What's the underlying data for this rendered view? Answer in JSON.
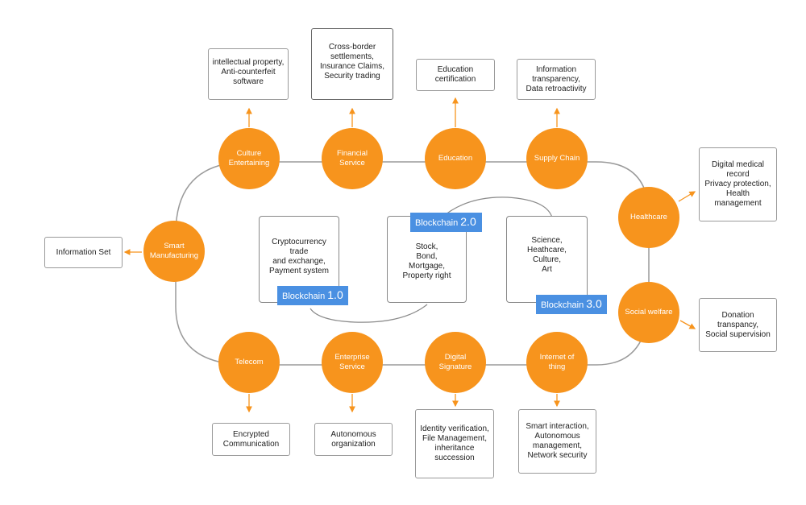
{
  "colors": {
    "node": "#f7941d",
    "arrow": "#f7941d",
    "loop": "#9a9a9a",
    "tag": "#4a90e2"
  },
  "nodes": {
    "culture": "Culture\nEntertaining",
    "financial": "Financial\nService",
    "education": "Education",
    "supply": "Supply Chain",
    "healthcare": "Healthcare",
    "social": "Social welfare",
    "iot": "Internet of\nthing",
    "digital": "Digital\nSignature",
    "enterprise": "Enterprise\nService",
    "telecom": "Telecom",
    "manufacturing": "Smart\nManufacturing"
  },
  "apps": {
    "culture": "intellectual property,\nAnti-counterfeit\nsoftware",
    "financial": "Cross-border\nsettlements,\nInsurance Claims,\nSecurity trading",
    "education": "Education\ncertification",
    "supply": "Information\ntransparency,\nData retroactivity",
    "healthcare": "Digital medical record\nPrivacy protection,\nHealth management",
    "social": "Donation transpancy,\nSocial supervision",
    "iot": "Smart interaction,\nAutonomous\nmanagement,\nNetwork security",
    "digital": "Identity verification,\nFile Management,\ninheritance\nsuccession",
    "enterprise": "Autonomous\norganization",
    "telecom": "Encrypted\nCommunication",
    "manufacturing": "Information Set"
  },
  "blockchain": {
    "v1": {
      "name": "Blockchain",
      "version": "1.0",
      "content": "Cryptocurrency trade\nand exchange,\nPayment system"
    },
    "v2": {
      "name": "Blockchain",
      "version": "2.0",
      "content": "Stock,\nBond,\nMortgage,\nProperty right"
    },
    "v3": {
      "name": "Blockchain",
      "version": "3.0",
      "content": "Science,\nHeathcare,\nCulture,\nArt"
    }
  }
}
